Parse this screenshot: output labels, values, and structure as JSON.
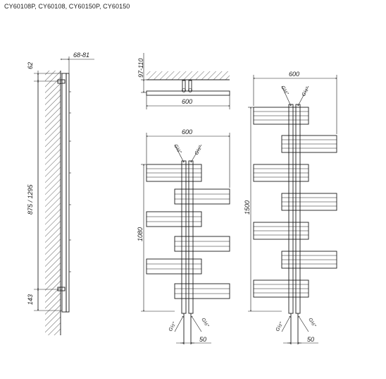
{
  "header": {
    "models": "CY60108P, CY60108, CY60150P, CY60150"
  },
  "side_view": {
    "depth": "68-81",
    "top_offset": "62",
    "bracket_spacing": "875 / 1295",
    "bottom_offset": "143"
  },
  "top_view": {
    "wall_distance": "97-110",
    "width": "600"
  },
  "front_small": {
    "width": "600",
    "height": "1080",
    "conn_top_left": "G½\"",
    "conn_top_right": "G½\"",
    "conn_bottom_left": "G½\"",
    "conn_bottom_right": "G½\"",
    "pipe_spacing": "50"
  },
  "front_large": {
    "width": "600",
    "height": "1500",
    "conn_top_left": "G½\"",
    "conn_top_right": "G½\"",
    "conn_bottom_left": "G½\"",
    "conn_bottom_right": "G½\"",
    "pipe_spacing": "50"
  },
  "colors": {
    "line": "#1a1a1a",
    "background": "#ffffff",
    "fill": "#ffffff"
  }
}
